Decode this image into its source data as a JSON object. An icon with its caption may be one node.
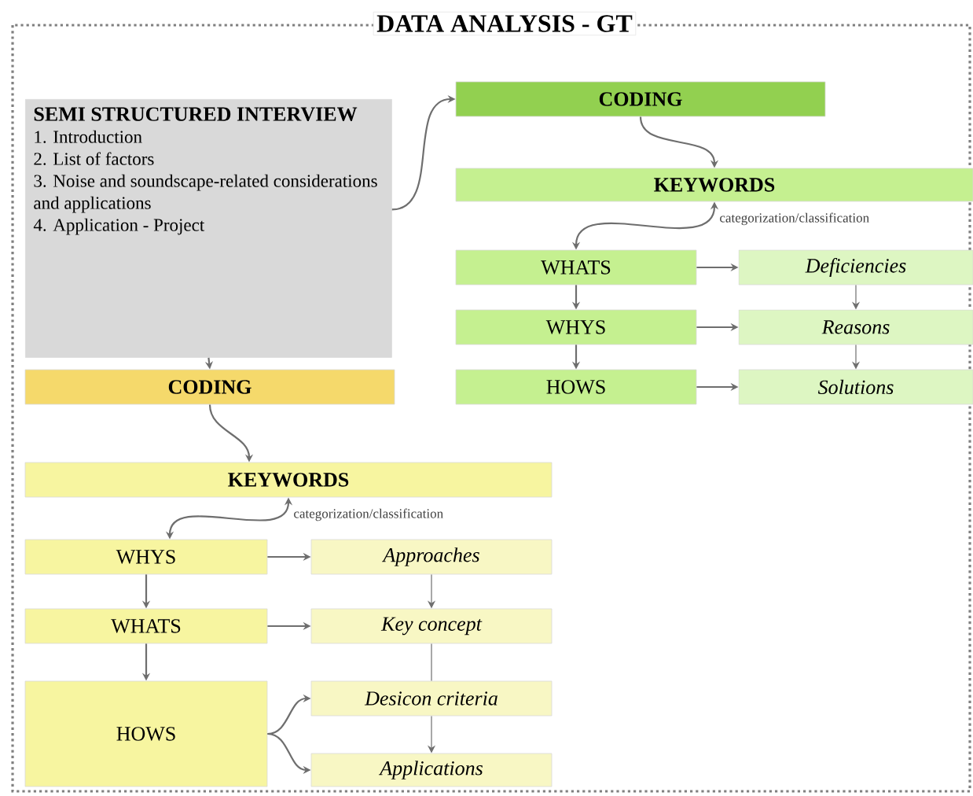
{
  "diagram": {
    "title": "DATA ANALYSIS - GT",
    "nodes": [
      {
        "text": [
          "SEMI STRUCTURED INTERVIEW",
          "1. Introduction",
          "2. List of factors",
          "3. Noise and soundscape-related considerations and applications",
          "4. Application - Project"
        ]
      },
      {
        "text": [
          "CODING"
        ]
      },
      {
        "text": [
          "KEYWORDS"
        ]
      },
      {
        "text": [
          "WHATS"
        ]
      },
      {
        "text": [
          "Deficiencies"
        ]
      },
      {
        "text": [
          "WHYS"
        ]
      },
      {
        "text": [
          "Reasons"
        ]
      },
      {
        "text": [
          "HOWS"
        ]
      },
      {
        "text": [
          "Solutions"
        ]
      },
      {
        "text": [
          "CODING"
        ]
      },
      {
        "text": [
          "KEYWORDS"
        ]
      },
      {
        "text": [
          "WHYS"
        ]
      },
      {
        "text": [
          "Approaches"
        ]
      },
      {
        "text": [
          "WHATS"
        ]
      },
      {
        "text": [
          "Key concept"
        ]
      },
      {
        "text": [
          "HOWS"
        ]
      },
      {
        "text": [
          "Desicon criteria"
        ]
      },
      {
        "text": [
          "Applications"
        ]
      }
    ],
    "edges": [
      {
        "from": 0,
        "to": 1,
        "arrow": "to"
      },
      {
        "from": 0,
        "to": 9,
        "arrow": "to"
      },
      {
        "from": 1,
        "to": 2,
        "arrow": "to"
      },
      {
        "from": 2,
        "to": 3,
        "arrow": "both",
        "label": "categorization/classification"
      },
      {
        "from": 3,
        "to": 4,
        "arrow": "to"
      },
      {
        "from": 5,
        "to": 6,
        "arrow": "to"
      },
      {
        "from": 7,
        "to": 8,
        "arrow": "to"
      },
      {
        "from": 3,
        "to": 5,
        "arrow": "to"
      },
      {
        "from": 5,
        "to": 7,
        "arrow": "to"
      },
      {
        "from": 4,
        "to": 6,
        "arrow": "to"
      },
      {
        "from": 6,
        "to": 8,
        "arrow": "to"
      },
      {
        "from": 9,
        "to": 10,
        "arrow": "to"
      },
      {
        "from": 10,
        "to": 11,
        "arrow": "both",
        "label": "categorization/classification"
      },
      {
        "from": 11,
        "to": 12,
        "arrow": "to"
      },
      {
        "from": 13,
        "to": 14,
        "arrow": "to"
      },
      {
        "from": 11,
        "to": 13,
        "arrow": "to"
      },
      {
        "from": 13,
        "to": 15,
        "arrow": "to"
      },
      {
        "from": 12,
        "to": 14,
        "arrow": "to"
      },
      {
        "from": 14,
        "to": 16,
        "arrow": "none"
      },
      {
        "from": 16,
        "to": 17,
        "arrow": "to"
      },
      {
        "from": 15,
        "to": 16,
        "arrow": "to"
      },
      {
        "from": 15,
        "to": 17,
        "arrow": "to"
      }
    ]
  }
}
